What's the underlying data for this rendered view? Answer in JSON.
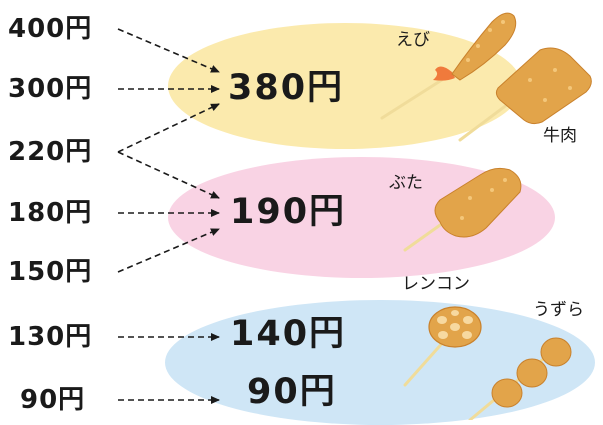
{
  "colors": {
    "yellow": "#fbeaad",
    "pink": "#f9d3e4",
    "blue": "#cfe6f6",
    "arrow": "#1a1a1a",
    "batter": "#e2a44a",
    "batter_dark": "#c9812c",
    "stick": "#f0dc9a",
    "tail": "#f07a3c"
  },
  "prices": [
    "400円",
    "300円",
    "220円",
    "180円",
    "150円",
    "130円",
    "90円"
  ],
  "results": [
    "380円",
    "190円",
    "140円",
    "90円"
  ],
  "foods": {
    "ebi": "えび",
    "gyuniku": "牛肉",
    "buta": "ぶた",
    "renkon": "レンコン",
    "uzura": "うずら"
  },
  "icons": [
    "fried-shrimp-icon",
    "fried-beef-icon",
    "fried-pork-icon",
    "fried-lotus-root-icon",
    "fried-quail-egg-icon"
  ]
}
